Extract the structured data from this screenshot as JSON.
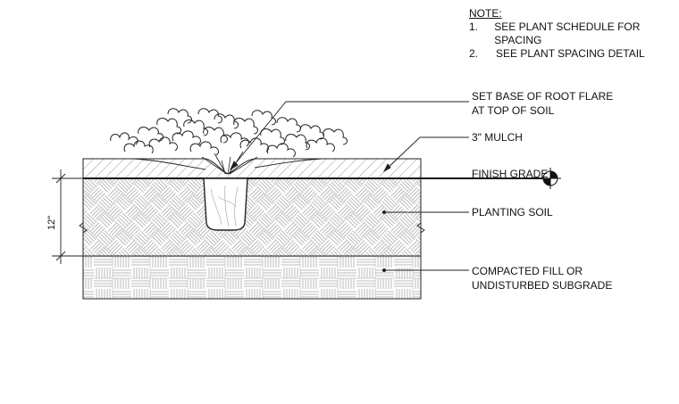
{
  "note": {
    "title": "NOTE:",
    "items": [
      {
        "num": "1.",
        "text": "SEE PLANT SCHEDULE FOR SPACING"
      },
      {
        "num": "2.",
        "text": "SEE PLANT SPACING DETAIL"
      }
    ]
  },
  "callouts": {
    "root_flare_1": "SET BASE OF ROOT FLARE",
    "root_flare_2": "AT TOP OF SOIL",
    "mulch": "3\" MULCH",
    "finish_grade": "FINISH GRADE",
    "planting_soil": "PLANTING SOIL",
    "subgrade_1": "COMPACTED FILL OR",
    "subgrade_2": "UNDISTURBED SUBGRADE"
  },
  "dimension": {
    "depth": "12\""
  },
  "symbols": {
    "grade_marker": "finish-grade-target-icon"
  }
}
